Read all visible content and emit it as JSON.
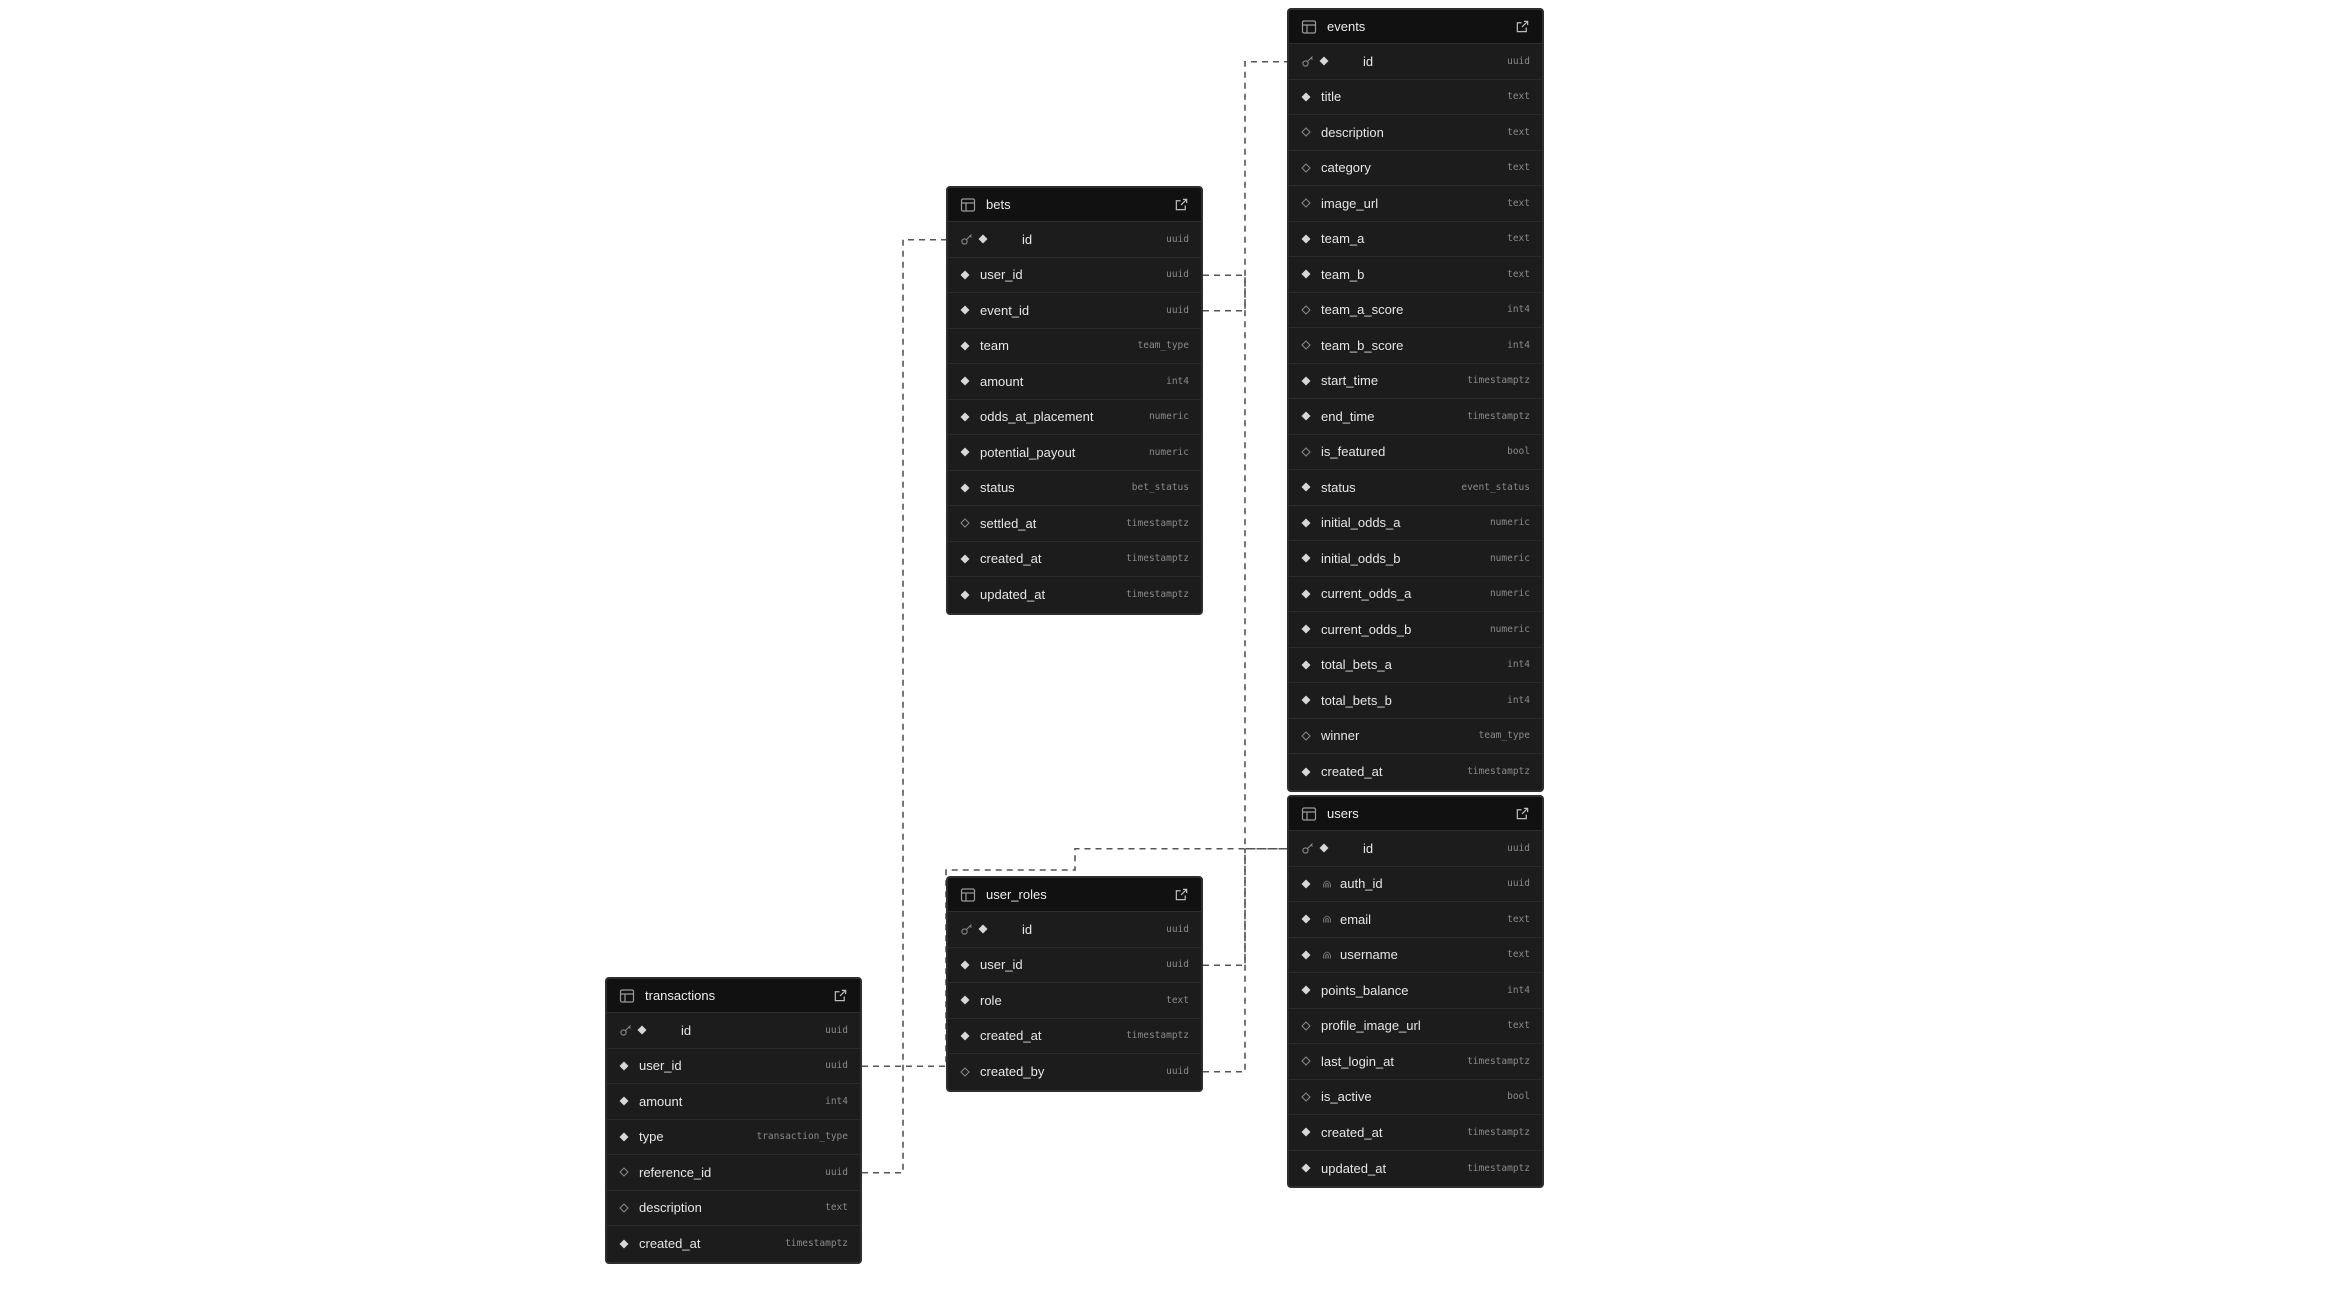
{
  "tables": [
    {
      "id": "events",
      "name": "events",
      "columns": [
        {
          "name": "id",
          "type": "uuid",
          "pk": true,
          "nullable": false
        },
        {
          "name": "title",
          "type": "text",
          "nullable": false
        },
        {
          "name": "description",
          "type": "text",
          "nullable": true
        },
        {
          "name": "category",
          "type": "text",
          "nullable": true
        },
        {
          "name": "image_url",
          "type": "text",
          "nullable": true
        },
        {
          "name": "team_a",
          "type": "text",
          "nullable": false
        },
        {
          "name": "team_b",
          "type": "text",
          "nullable": false
        },
        {
          "name": "team_a_score",
          "type": "int4",
          "nullable": true
        },
        {
          "name": "team_b_score",
          "type": "int4",
          "nullable": true
        },
        {
          "name": "start_time",
          "type": "timestamptz",
          "nullable": false
        },
        {
          "name": "end_time",
          "type": "timestamptz",
          "nullable": false
        },
        {
          "name": "is_featured",
          "type": "bool",
          "nullable": true
        },
        {
          "name": "status",
          "type": "event_status",
          "nullable": false
        },
        {
          "name": "initial_odds_a",
          "type": "numeric",
          "nullable": false
        },
        {
          "name": "initial_odds_b",
          "type": "numeric",
          "nullable": false
        },
        {
          "name": "current_odds_a",
          "type": "numeric",
          "nullable": false
        },
        {
          "name": "current_odds_b",
          "type": "numeric",
          "nullable": false
        },
        {
          "name": "total_bets_a",
          "type": "int4",
          "nullable": false
        },
        {
          "name": "total_bets_b",
          "type": "int4",
          "nullable": false
        },
        {
          "name": "winner",
          "type": "team_type",
          "nullable": true
        },
        {
          "name": "created_at",
          "type": "timestamptz",
          "nullable": false
        }
      ]
    },
    {
      "id": "users",
      "name": "users",
      "columns": [
        {
          "name": "id",
          "type": "uuid",
          "pk": true,
          "nullable": false
        },
        {
          "name": "auth_id",
          "type": "uuid",
          "nullable": false,
          "unique": true
        },
        {
          "name": "email",
          "type": "text",
          "nullable": false,
          "unique": true
        },
        {
          "name": "username",
          "type": "text",
          "nullable": false,
          "unique": true
        },
        {
          "name": "points_balance",
          "type": "int4",
          "nullable": false
        },
        {
          "name": "profile_image_url",
          "type": "text",
          "nullable": true
        },
        {
          "name": "last_login_at",
          "type": "timestamptz",
          "nullable": true
        },
        {
          "name": "is_active",
          "type": "bool",
          "nullable": true
        },
        {
          "name": "created_at",
          "type": "timestamptz",
          "nullable": false
        },
        {
          "name": "updated_at",
          "type": "timestamptz",
          "nullable": false
        }
      ]
    },
    {
      "id": "bets",
      "name": "bets",
      "columns": [
        {
          "name": "id",
          "type": "uuid",
          "pk": true,
          "nullable": false
        },
        {
          "name": "user_id",
          "type": "uuid",
          "nullable": false
        },
        {
          "name": "event_id",
          "type": "uuid",
          "nullable": false
        },
        {
          "name": "team",
          "type": "team_type",
          "nullable": false
        },
        {
          "name": "amount",
          "type": "int4",
          "nullable": false
        },
        {
          "name": "odds_at_placement",
          "type": "numeric",
          "nullable": false
        },
        {
          "name": "potential_payout",
          "type": "numeric",
          "nullable": false
        },
        {
          "name": "status",
          "type": "bet_status",
          "nullable": false
        },
        {
          "name": "settled_at",
          "type": "timestamptz",
          "nullable": true
        },
        {
          "name": "created_at",
          "type": "timestamptz",
          "nullable": false
        },
        {
          "name": "updated_at",
          "type": "timestamptz",
          "nullable": false
        }
      ]
    },
    {
      "id": "user_roles",
      "name": "user_roles",
      "columns": [
        {
          "name": "id",
          "type": "uuid",
          "pk": true,
          "nullable": false
        },
        {
          "name": "user_id",
          "type": "uuid",
          "nullable": false
        },
        {
          "name": "role",
          "type": "text",
          "nullable": false
        },
        {
          "name": "created_at",
          "type": "timestamptz",
          "nullable": false
        },
        {
          "name": "created_by",
          "type": "uuid",
          "nullable": true
        }
      ]
    },
    {
      "id": "transactions",
      "name": "transactions",
      "columns": [
        {
          "name": "id",
          "type": "uuid",
          "pk": true,
          "nullable": false
        },
        {
          "name": "user_id",
          "type": "uuid",
          "nullable": false
        },
        {
          "name": "amount",
          "type": "int4",
          "nullable": false
        },
        {
          "name": "type",
          "type": "transaction_type",
          "nullable": false
        },
        {
          "name": "reference_id",
          "type": "uuid",
          "nullable": true
        },
        {
          "name": "description",
          "type": "text",
          "nullable": true
        },
        {
          "name": "created_at",
          "type": "timestamptz",
          "nullable": false
        }
      ]
    }
  ],
  "relationships": [
    {
      "from": "bets.user_id",
      "to": "users.id"
    },
    {
      "from": "bets.event_id",
      "to": "events.id"
    },
    {
      "from": "user_roles.user_id",
      "to": "users.id"
    },
    {
      "from": "user_roles.created_by",
      "to": "users.id"
    },
    {
      "from": "transactions.user_id",
      "to": "users.id"
    },
    {
      "from": "transactions.reference_id",
      "to": "bets.id"
    }
  ],
  "colors": {
    "canvas": "#ffffff",
    "table": "#1c1c1c",
    "header": "#111111",
    "border": "#2e2e2e",
    "text": "#e6e6e6",
    "type": "#8a8a8a",
    "connector": "#555555"
  },
  "icons": {
    "table": "table-icon",
    "open": "external-link-icon",
    "primary_key": "key-icon",
    "not_null": "filled-diamond-icon",
    "nullable": "hollow-diamond-icon",
    "identity": "fingerprint-icon"
  }
}
